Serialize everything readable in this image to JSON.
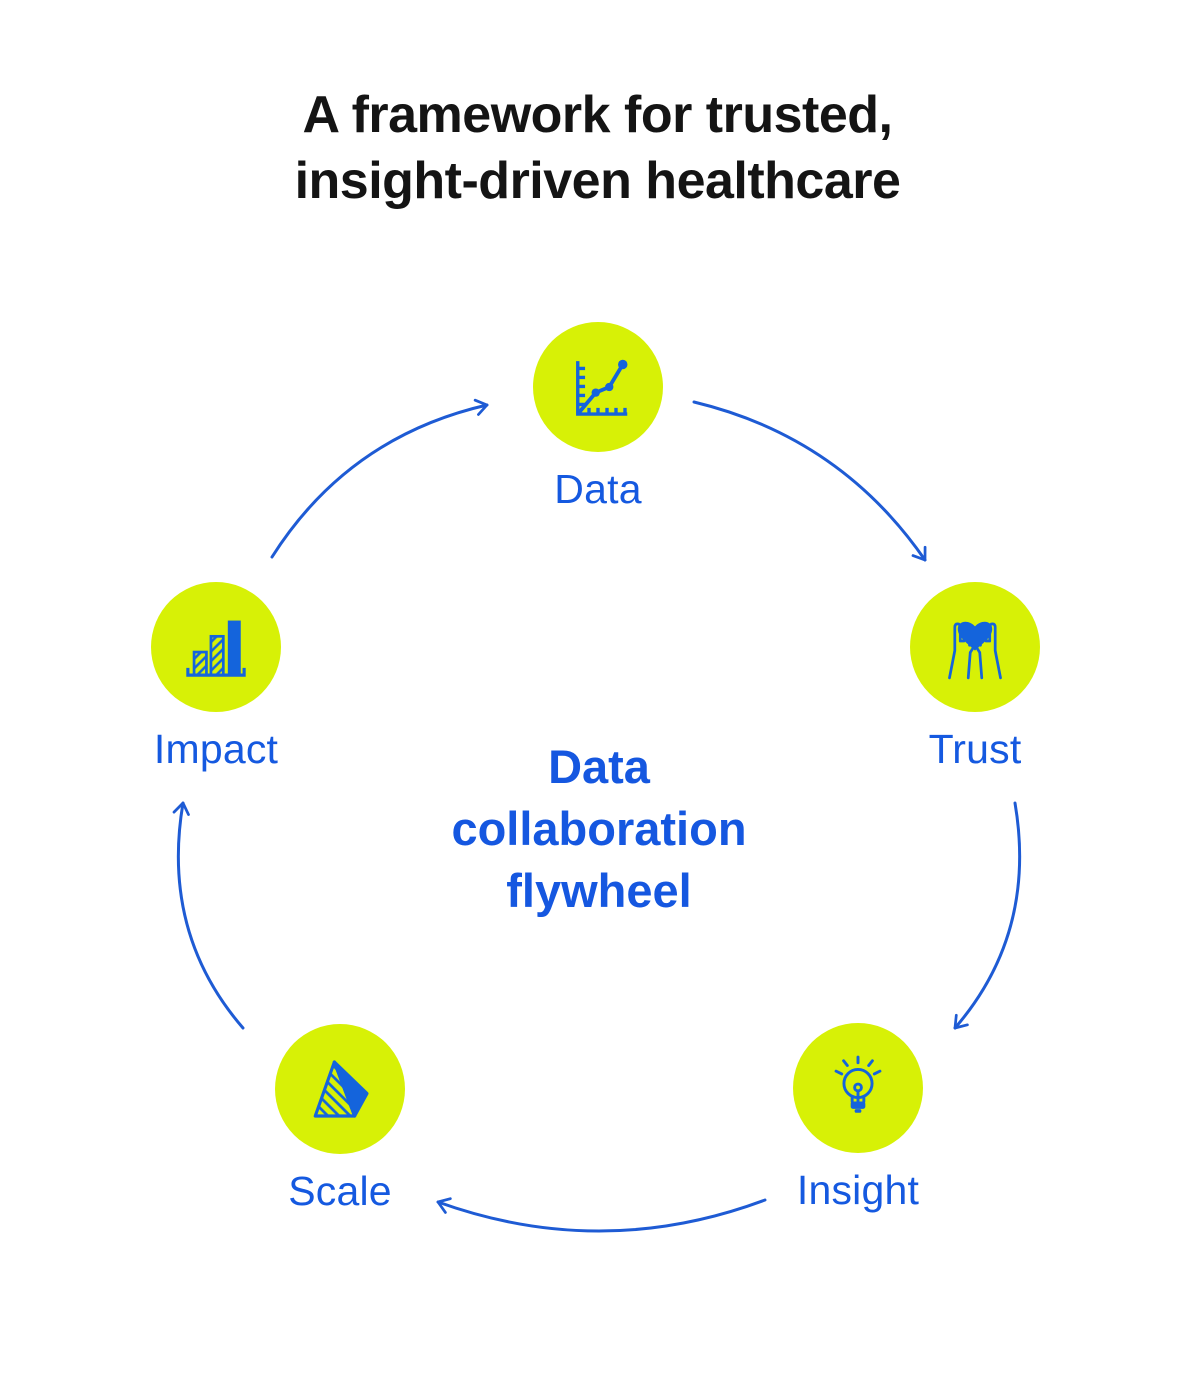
{
  "title": {
    "line1": "A framework for trusted,",
    "line2": "insight-driven healthcare"
  },
  "center": {
    "line1": "Data",
    "line2": "collaboration",
    "line3": "flywheel"
  },
  "nodes": [
    {
      "id": "data",
      "label": "Data",
      "icon": "trend-chart-icon"
    },
    {
      "id": "trust",
      "label": "Trust",
      "icon": "hands-heart-icon"
    },
    {
      "id": "insight",
      "label": "Insight",
      "icon": "lightbulb-icon"
    },
    {
      "id": "scale",
      "label": "Scale",
      "icon": "pyramid-icon"
    },
    {
      "id": "impact",
      "label": "Impact",
      "icon": "bar-chart-icon"
    }
  ],
  "arrows": [
    {
      "from": "Data",
      "to": "Trust"
    },
    {
      "from": "Trust",
      "to": "Insight"
    },
    {
      "from": "Insight",
      "to": "Scale"
    },
    {
      "from": "Scale",
      "to": "Impact"
    },
    {
      "from": "Impact",
      "to": "Data"
    }
  ],
  "colors": {
    "node_fill": "#D7F106",
    "icon_blue": "#1464DC",
    "label_blue": "#1559E0",
    "arrow_blue": "#1E5BD4",
    "title_black": "#141414",
    "background": "#FFFFFF"
  }
}
